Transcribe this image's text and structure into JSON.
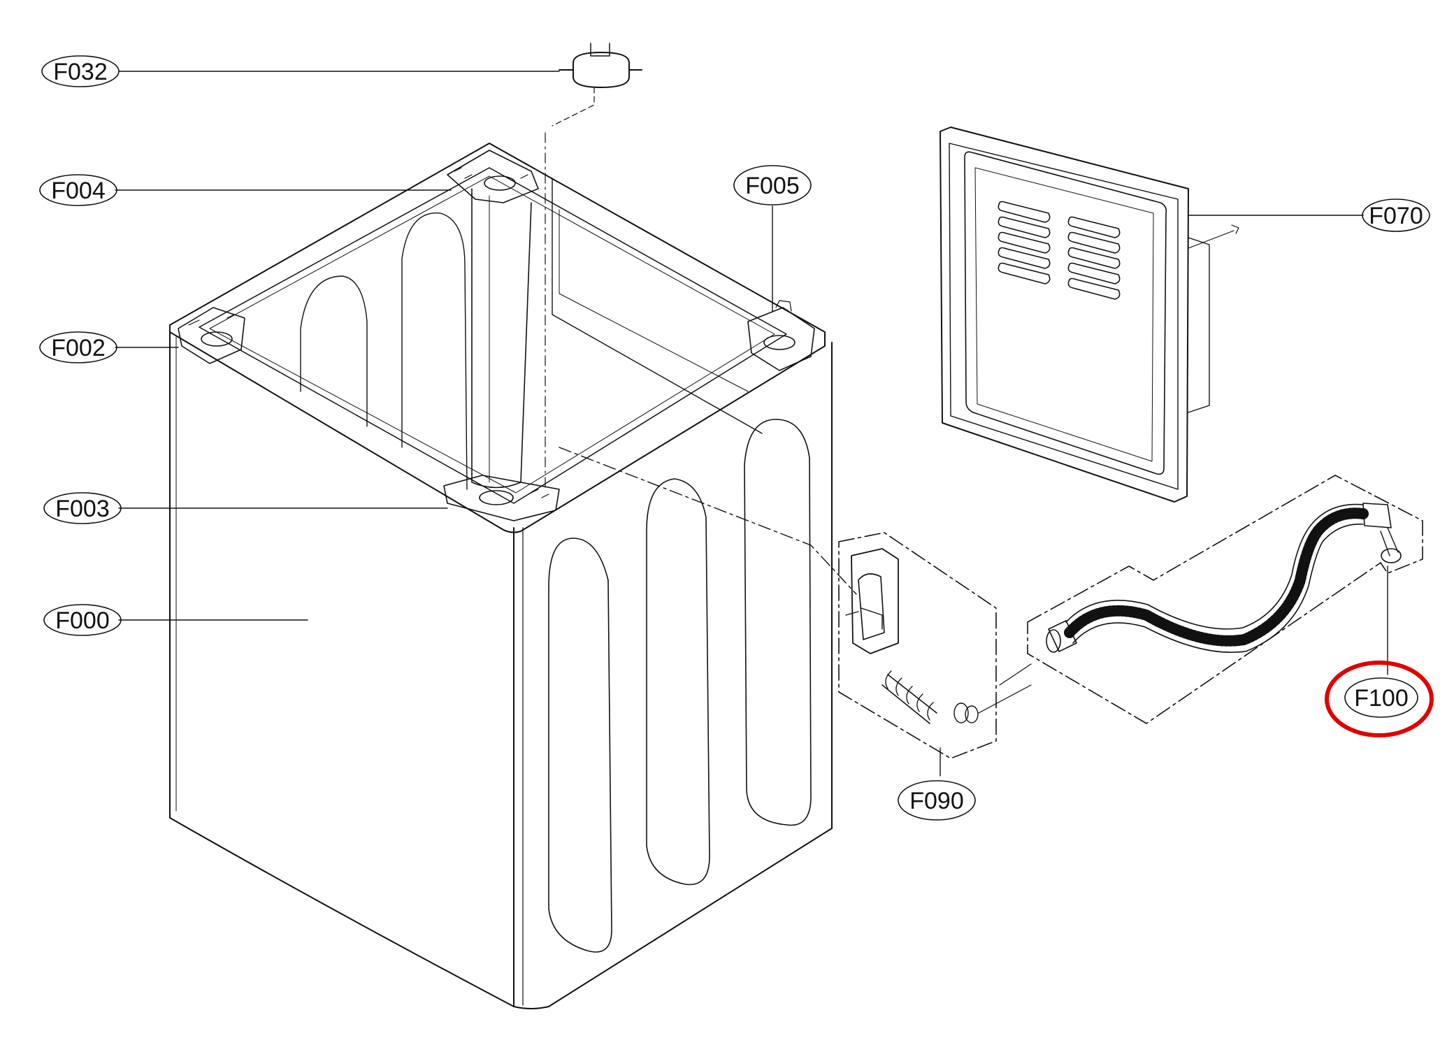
{
  "diagram": {
    "labels": {
      "F032": "F032",
      "F004": "F004",
      "F005": "F005",
      "F002": "F002",
      "F003": "F003",
      "F000": "F000",
      "F070": "F070",
      "F090": "F090",
      "F100": "F100"
    },
    "highlight": {
      "part": "F100",
      "color": "#e00000"
    },
    "line_color": "#111111"
  }
}
